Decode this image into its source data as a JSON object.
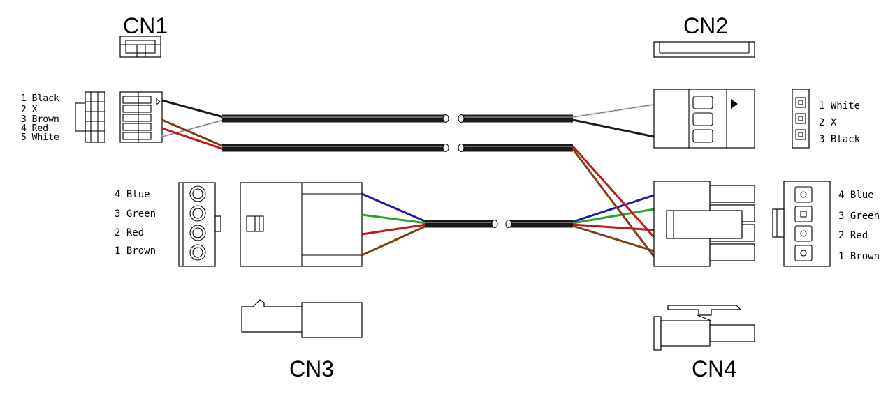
{
  "titles": {
    "cn1": "CN1",
    "cn2": "CN2",
    "cn3": "CN3",
    "cn4": "CN4"
  },
  "cn1": {
    "pins": [
      "1 Black",
      "2 X",
      "3 Brown",
      "4 Red",
      "5 White"
    ]
  },
  "cn2": {
    "pins": [
      "1 White",
      "2 X",
      "3 Black"
    ]
  },
  "cn3": {
    "pins": [
      "4 Blue",
      "3 Green",
      "2 Red",
      "1 Brown"
    ]
  },
  "cn4": {
    "pins": [
      "4 Blue",
      "3 Green",
      "2 Red",
      "1 Brown"
    ]
  },
  "wire_colors": {
    "black": "#1a1a1a",
    "white": "#d8d8d8",
    "brown": "#7a3e12",
    "red": "#c01818",
    "blue": "#1a1ab0",
    "green": "#2aa52a"
  }
}
